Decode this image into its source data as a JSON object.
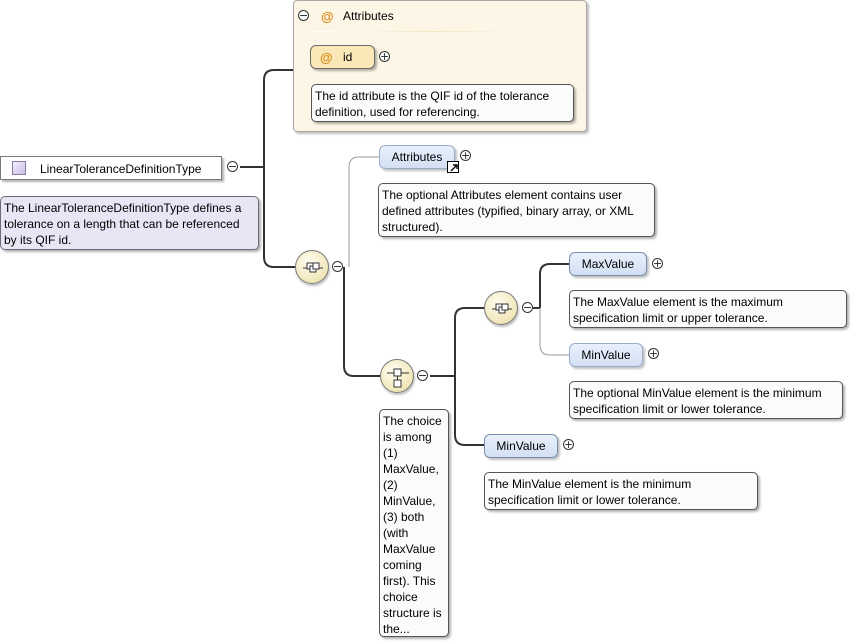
{
  "type_box": {
    "label": "LinearToleranceDefinitionType",
    "icon": "complex-type-icon"
  },
  "type_note": "The LinearToleranceDefinitionType defines a tolerance on a length that can be referenced by its QIF id.",
  "attributes_group": {
    "title": "Attributes",
    "at_symbol": "@",
    "id_attr": {
      "label": "id",
      "at_symbol": "@"
    },
    "id_note": "The id attribute is the QIF id of the tolerance definition, used for referencing."
  },
  "attributes_element": {
    "label": "Attributes",
    "note": "The optional Attributes element contains user defined attributes (typified, binary array, or XML structured)."
  },
  "choice_note": "The choice is among (1) MaxValue, (2) MinValue, (3) both (with MaxValue coming first). This choice structure is the...",
  "max_value_seq": {
    "label": "MaxValue",
    "note": "The MaxValue element is the maximum specification limit or upper tolerance."
  },
  "min_value_seq": {
    "label": "MinValue",
    "note": "The optional MinValue element is the minimum specification limit or lower tolerance."
  },
  "min_value_choice": {
    "label": "MinValue",
    "note": "The MinValue element is the minimum specification limit or lower tolerance."
  },
  "toggles": {
    "collapse": "−",
    "expand": "+"
  },
  "colors": {
    "line": "#333333",
    "optional_line": "#9a9a9a",
    "element_fill": "#dbe5f5",
    "attribute_fill": "#fbe8b8",
    "group_fill": "#fdf6e6",
    "type_note_fill": "#eae5f5"
  }
}
